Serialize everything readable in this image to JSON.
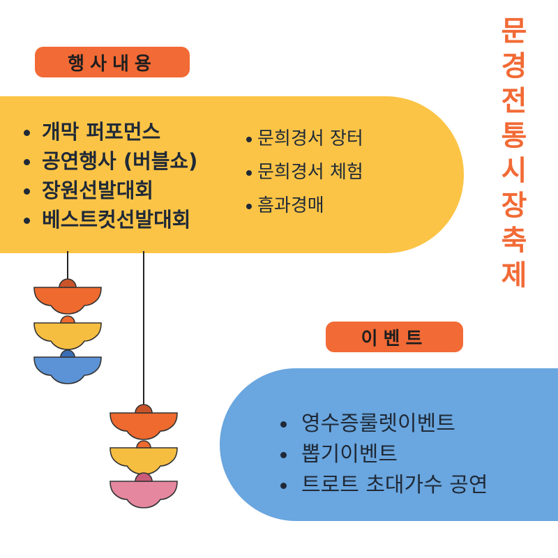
{
  "events_tag": {
    "label": "행사내용"
  },
  "events_main": [
    "개막 퍼포먼스",
    "공연행사 (버블쇼)",
    "장원선발대회",
    "베스트컷선발대회"
  ],
  "events_side": [
    "문희경서 장터",
    "문희경서 체험",
    "흠과경매"
  ],
  "special_tag": {
    "label": "이벤트"
  },
  "special_list": [
    "영수증룰렛이벤트",
    "뽑기이벤트",
    "트로트 초대가수 공연"
  ],
  "title_chars": [
    "문",
    "경",
    "전",
    "통",
    "시",
    "장",
    "축",
    "제"
  ],
  "colors": {
    "accent": "#f26a35",
    "yellow": "#fcc446",
    "blue": "#6aa6df",
    "lantern_orange": "#ee6a2f",
    "lantern_yellow": "#f6be41",
    "lantern_blue": "#5c93d6",
    "lantern_pink": "#e4879f"
  }
}
